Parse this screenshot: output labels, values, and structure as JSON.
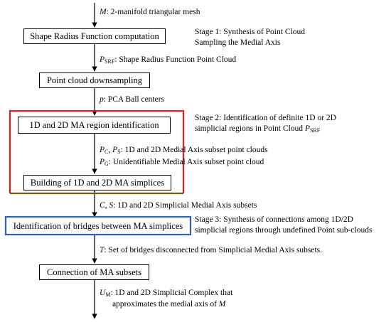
{
  "flow": {
    "input_label": {
      "var": "M",
      "text": ": 2-manifold triangular mesh"
    },
    "box1": "Shape Radius Function computation",
    "label_srf": {
      "var": "P",
      "sub": "SRF",
      "text": ": Shape Radius Function Point Cloud"
    },
    "box2": "Point cloud downsampling",
    "label_p": {
      "var": "p",
      "text": ": PCA Ball centers"
    },
    "box3": "1D and 2D MA region identification",
    "label_pc": {
      "v1": "P",
      "s1": "C",
      "v2": "P",
      "s2": "S",
      "text": ": 1D and 2D Medial Axis subset point clouds"
    },
    "label_pg": {
      "var": "P",
      "sub": "G",
      "text": ": Unidentifiable Medial Axis subset point cloud"
    },
    "box4": "Building of 1D and 2D MA simplices",
    "label_cs": {
      "v1": "C",
      "v2": "S",
      "text": ": 1D and 2D Simplicial Medial Axis subsets"
    },
    "box5": "Identification of bridges between MA simplices",
    "label_t": {
      "var": "T",
      "text": ": Set of bridges disconnected from Simplicial Medial Axis subsets."
    },
    "box6": "Connection of MA subsets",
    "label_um": {
      "var": "U",
      "sub": "M",
      "text1": ": 1D and 2D Simplicial Complex that",
      "text2": "approximates the medial axis of ",
      "var2": "M"
    }
  },
  "stages": {
    "stage1": {
      "line1": "Stage 1: Synthesis of Point Cloud",
      "line2": "Sampling the Medial Axis"
    },
    "stage2": {
      "line1": "Stage 2: Identification of definite 1D or 2D",
      "line2": "simplicial regions in Point Cloud ",
      "var": "P",
      "sub": "SRF"
    },
    "stage3": {
      "line1": "Stage 3: Synthesis of connections among 1D/2D",
      "line2": "simplicial regions through undefined Point sub-clouds"
    }
  },
  "colors": {
    "stage2_frame": "#e02020",
    "stage2_frame_bottom": "#7a5a10",
    "stage3_frame": "#2f5fbf",
    "line": "#000000"
  }
}
